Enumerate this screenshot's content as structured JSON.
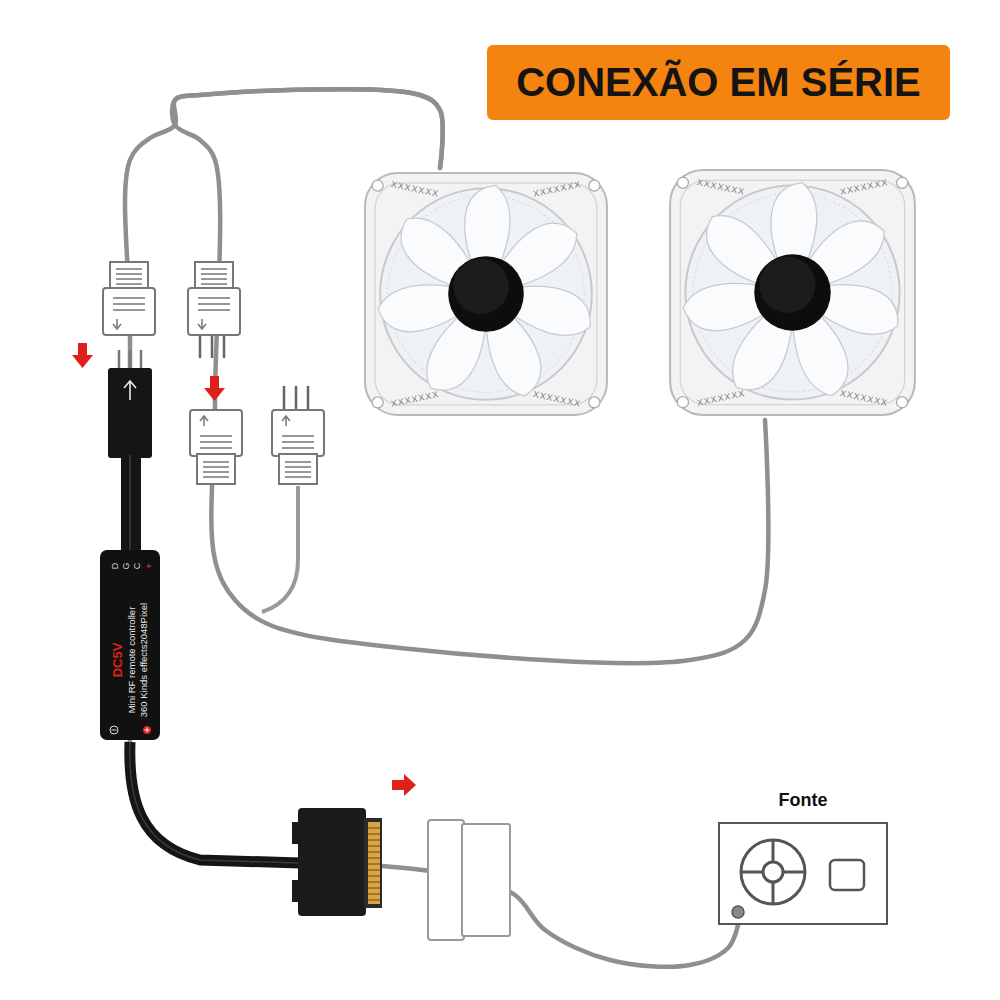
{
  "diagram": {
    "title": "CONEXÃO EM SÉRIE",
    "nodes": [
      {
        "text": [
          "XXXXXXX",
          "XXXXXXX",
          "XXXXXXX",
          "XXXXXXX"
        ]
      },
      {
        "text": [
          "XXXXXXX",
          "XXXXXXX",
          "XXXXXXX",
          "XXXXXXX"
        ]
      },
      {
        "text": [
          "DC5V",
          "Mini RF remote controller",
          "360 Kinds effects2048Pixel"
        ]
      },
      {
        "text": [
          "Fonte"
        ]
      }
    ],
    "edges": [
      {
        "from": 2,
        "to": 0,
        "arrow": "none"
      },
      {
        "from": 0,
        "to": 1,
        "arrow": "none"
      },
      {
        "from": 3,
        "to": 2,
        "arrow": "none"
      }
    ],
    "labels": [
      "D",
      "G",
      "C",
      "+"
    ]
  }
}
